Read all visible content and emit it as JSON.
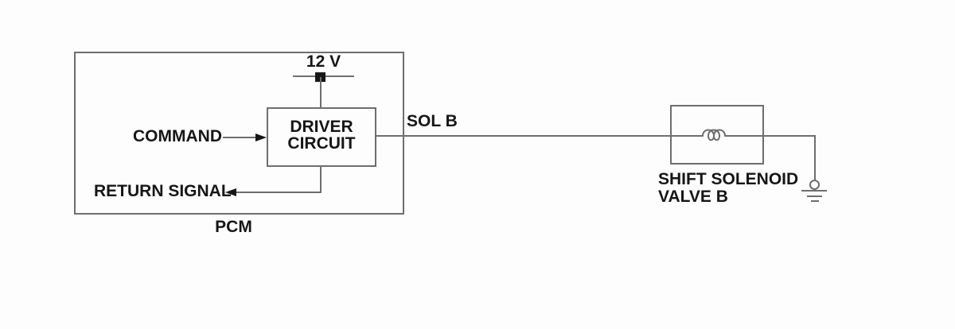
{
  "diagram": {
    "pcm": {
      "label": "PCM",
      "driver_line1": "DRIVER",
      "driver_line2": "CIRCUIT"
    },
    "supply": {
      "label": "12 V"
    },
    "signals": {
      "command": "COMMAND",
      "return": "RETURN SIGNAL"
    },
    "wire": {
      "label": "SOL B"
    },
    "solenoid": {
      "line1": "SHIFT SOLENOID",
      "line2": "VALVE B"
    },
    "colors": {
      "wire": "#6e6e6e",
      "ink": "#161616",
      "bg": "#fdfdfd"
    }
  }
}
